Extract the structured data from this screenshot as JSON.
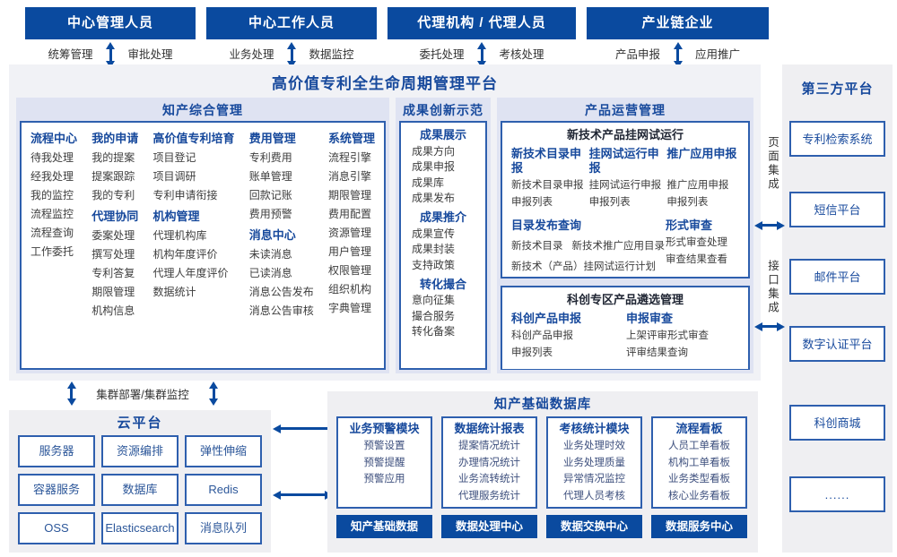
{
  "colors": {
    "navy": "#0a4a9f",
    "blue_text": "#17499c",
    "lavender_bg": "#dfe3f2",
    "panel_bg": "#f1f2f6",
    "gray_bg": "#efeff2",
    "box_border": "#2e5fae"
  },
  "top_roles": [
    {
      "title": "中心管理人员",
      "left": "统筹管理",
      "right": "审批处理"
    },
    {
      "title": "中心工作人员",
      "left": "业务处理",
      "right": "数据监控"
    },
    {
      "title": "代理机构 / 代理人员",
      "left": "委托处理",
      "right": "考核处理"
    },
    {
      "title": "产业链企业",
      "left": "产品申报",
      "right": "应用推广"
    }
  ],
  "platform": {
    "title": "高价值专利全生命周期管理平台",
    "ip_mgmt": {
      "title": "知产综合管理",
      "columns": [
        [
          {
            "t": "h",
            "x": "流程中心"
          },
          {
            "t": "i",
            "x": "待我处理"
          },
          {
            "t": "i",
            "x": "经我处理"
          },
          {
            "t": "i",
            "x": "我的监控"
          },
          {
            "t": "i",
            "x": "流程监控"
          },
          {
            "t": "i",
            "x": "流程查询"
          },
          {
            "t": "i",
            "x": "工作委托"
          }
        ],
        [
          {
            "t": "h",
            "x": "我的申请"
          },
          {
            "t": "i",
            "x": "我的提案"
          },
          {
            "t": "i",
            "x": "提案跟踪"
          },
          {
            "t": "i",
            "x": "我的专利"
          },
          {
            "t": "h",
            "x": "代理协同"
          },
          {
            "t": "i",
            "x": "委案处理"
          },
          {
            "t": "i",
            "x": "撰写处理"
          },
          {
            "t": "i",
            "x": "专利答复"
          },
          {
            "t": "i",
            "x": "期限管理"
          },
          {
            "t": "i",
            "x": "机构信息"
          }
        ],
        [
          {
            "t": "h",
            "x": "高价值专利培育"
          },
          {
            "t": "i",
            "x": "项目登记"
          },
          {
            "t": "i",
            "x": "项目调研"
          },
          {
            "t": "i",
            "x": "专利申请衔接"
          },
          {
            "t": "h",
            "x": "机构管理"
          },
          {
            "t": "i",
            "x": "代理机构库"
          },
          {
            "t": "i",
            "x": "机构年度评价"
          },
          {
            "t": "i",
            "x": "代理人年度评价"
          },
          {
            "t": "i",
            "x": "数据统计"
          }
        ],
        [
          {
            "t": "h",
            "x": "费用管理"
          },
          {
            "t": "i",
            "x": "专利费用"
          },
          {
            "t": "i",
            "x": "账单管理"
          },
          {
            "t": "i",
            "x": "回款记账"
          },
          {
            "t": "i",
            "x": "费用预警"
          },
          {
            "t": "h",
            "x": "消息中心"
          },
          {
            "t": "i",
            "x": "未读消息"
          },
          {
            "t": "i",
            "x": "已读消息"
          },
          {
            "t": "i",
            "x": "消息公告发布"
          },
          {
            "t": "i",
            "x": "消息公告审核"
          }
        ],
        [
          {
            "t": "h",
            "x": "系统管理"
          },
          {
            "t": "i",
            "x": "流程引擎"
          },
          {
            "t": "i",
            "x": "消息引擎"
          },
          {
            "t": "i",
            "x": "期限管理"
          },
          {
            "t": "i",
            "x": "费用配置"
          },
          {
            "t": "i",
            "x": "资源管理"
          },
          {
            "t": "i",
            "x": "用户管理"
          },
          {
            "t": "i",
            "x": "权限管理"
          },
          {
            "t": "i",
            "x": "组织机构"
          },
          {
            "t": "i",
            "x": "字典管理"
          }
        ]
      ]
    },
    "achievement": {
      "title": "成果创新示范",
      "entries": [
        {
          "t": "h",
          "x": "成果展示"
        },
        {
          "t": "i",
          "x": "成果方向"
        },
        {
          "t": "i",
          "x": "成果申报"
        },
        {
          "t": "i",
          "x": "成果库"
        },
        {
          "t": "i",
          "x": "成果发布"
        },
        {
          "t": "h",
          "x": "成果推介"
        },
        {
          "t": "i",
          "x": "成果宣传"
        },
        {
          "t": "i",
          "x": "成果封装"
        },
        {
          "t": "i",
          "x": "支持政策"
        },
        {
          "t": "h",
          "x": "转化撮合"
        },
        {
          "t": "i",
          "x": "意向征集"
        },
        {
          "t": "i",
          "x": "撮合服务"
        },
        {
          "t": "i",
          "x": "转化备案"
        }
      ]
    },
    "product_ops": {
      "title": "产品运营管理",
      "trial_box": {
        "title": "新技术产品挂网试运行",
        "columns": [
          {
            "h": "新技术目录申报",
            "items": [
              "新技术目录申报",
              "申报列表"
            ]
          },
          {
            "h": "挂网试运行申报",
            "items": [
              "挂网试运行申报",
              "申报列表"
            ]
          },
          {
            "h": "推广应用申报",
            "items": [
              "推广应用申报",
              "申报列表"
            ]
          }
        ],
        "catalog": {
          "h": "目录发布查询",
          "items": [
            "新技术目录",
            "新技术推广应用目录",
            "新技术（产品）挂网试运行计划"
          ]
        },
        "review": {
          "h": "形式审查",
          "items": [
            "形式审查处理",
            "审查结果查看"
          ]
        }
      },
      "selection_box": {
        "title": "科创专区产品遴选管理",
        "columns": [
          {
            "h": "科创产品申报",
            "items": [
              "科创产品申报",
              "申报列表"
            ]
          },
          {
            "h": "申报审查",
            "items": [
              "上架评审形式审查",
              "评审结果查询"
            ]
          }
        ]
      }
    }
  },
  "cluster_label": "集群部署/集群监控",
  "cloud": {
    "title": "云平台",
    "boxes": [
      "服务器",
      "资源编排",
      "弹性伸缩",
      "容器服务",
      "数据库",
      "Redis",
      "OSS",
      "Elasticsearch",
      "消息队列"
    ]
  },
  "database": {
    "title": "知产基础数据库",
    "modules": [
      {
        "h": "业务预警模块",
        "items": [
          "预警设置",
          "预警提醒",
          "预警应用"
        ],
        "footer": "知产基础数据"
      },
      {
        "h": "数据统计报表",
        "items": [
          "提案情况统计",
          "办理情况统计",
          "业务流转统计",
          "代理服务统计"
        ],
        "footer": "数据处理中心"
      },
      {
        "h": "考核统计模块",
        "items": [
          "业务处理时效",
          "业务处理质量",
          "异常情况监控",
          "代理人员考核"
        ],
        "footer": "数据交换中心"
      },
      {
        "h": "流程看板",
        "items": [
          "人员工单看板",
          "机构工单看板",
          "业务类型看板",
          "核心业务看板"
        ],
        "footer": "数据服务中心"
      }
    ]
  },
  "third_party": {
    "title": "第三方平台",
    "boxes": [
      "专利检索系统",
      "短信平台",
      "邮件平台",
      "数字认证平台",
      "科创商城",
      "......"
    ]
  },
  "integration": {
    "page": "页面集成",
    "api": "接口集成"
  }
}
